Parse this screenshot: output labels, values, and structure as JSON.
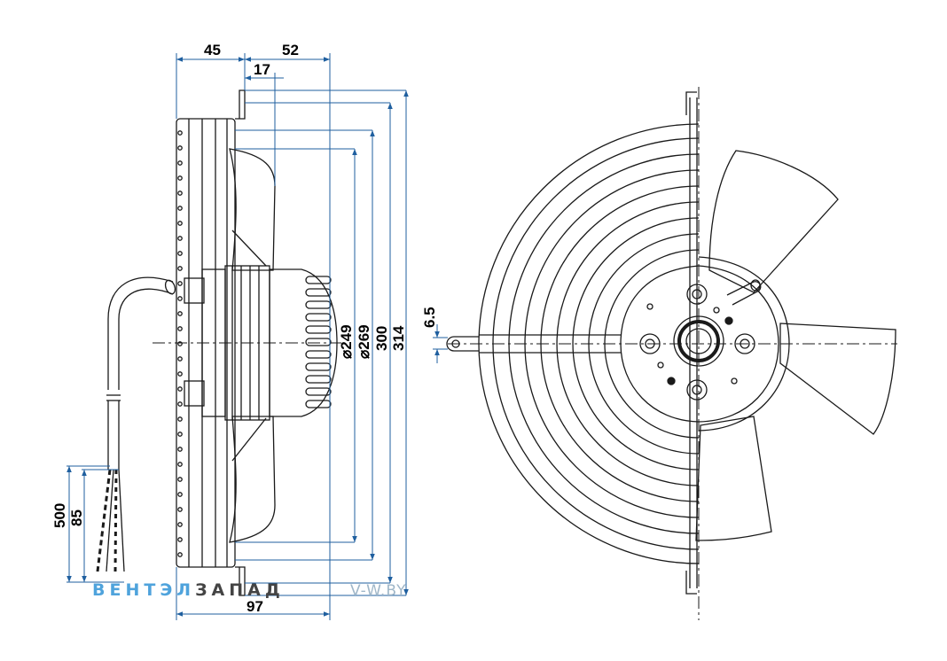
{
  "dimensions": {
    "d45": "45",
    "d52": "52",
    "d17": "17",
    "d97": "97",
    "d500": "500",
    "d85": "85",
    "d6_5": "6.5",
    "phi249": "⌀249",
    "phi269": "⌀269",
    "d300": "300",
    "d314": "314"
  },
  "watermark": {
    "part1": "ВЕНТЭЛ",
    "part2": "ЗАПАД",
    "site": "V-W.BY"
  },
  "colors": {
    "line": "#1a1a1a",
    "dimension": "#1f5f9f",
    "watermark_blue": "#4fa3dc",
    "watermark_gray": "#444444",
    "watermark_site": "#9fb6c8"
  }
}
